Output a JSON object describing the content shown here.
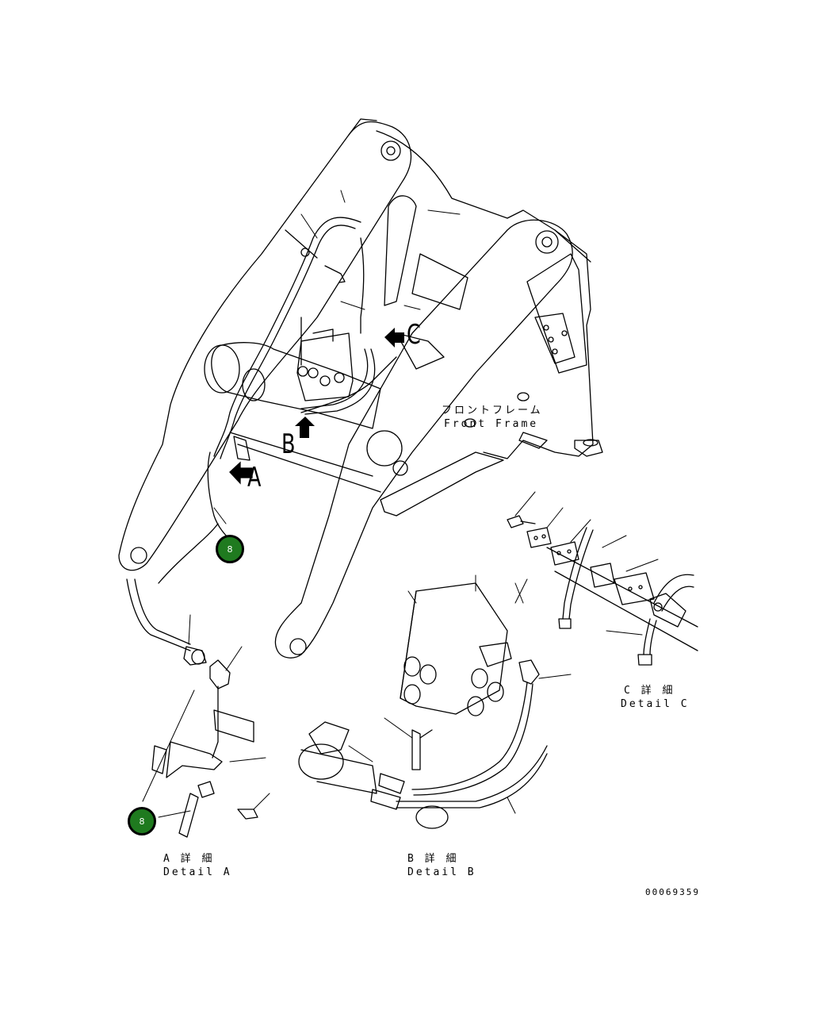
{
  "frame_label": {
    "jp": "フロントフレーム",
    "en": "Front Frame"
  },
  "view_letters": {
    "a": "A",
    "b": "B",
    "c": "C"
  },
  "details": {
    "a": {
      "jp": "A 詳 細",
      "en": "Detail A"
    },
    "b": {
      "jp": "B 詳 細",
      "en": "Detail B"
    },
    "c": {
      "jp": "C 詳 細",
      "en": "Detail C"
    }
  },
  "callouts": [
    "8",
    "8"
  ],
  "callout_color": "#1f7a1f",
  "drawing_number": "00069359"
}
